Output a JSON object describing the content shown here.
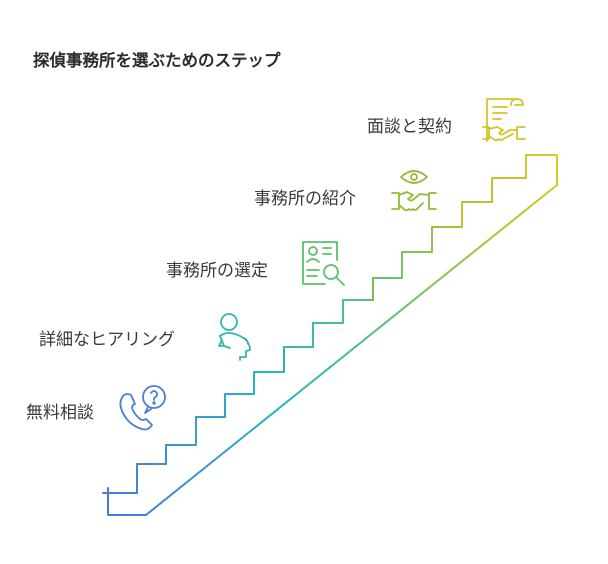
{
  "title": "探偵事務所を選ぶためのステップ",
  "steps": [
    {
      "label": "無料相談",
      "icon": "phone-question-icon",
      "color": "#4a7fd4"
    },
    {
      "label": "詳細なヒアリング",
      "icon": "person-listening-icon",
      "color": "#2fb5b5"
    },
    {
      "label": "事務所の選定",
      "icon": "document-search-icon",
      "color": "#5cc06a"
    },
    {
      "label": "事務所の紹介",
      "icon": "eye-handshake-icon",
      "color": "#93bb3a"
    },
    {
      "label": "面談と契約",
      "icon": "contract-handshake-icon",
      "color": "#d4c42a"
    }
  ]
}
